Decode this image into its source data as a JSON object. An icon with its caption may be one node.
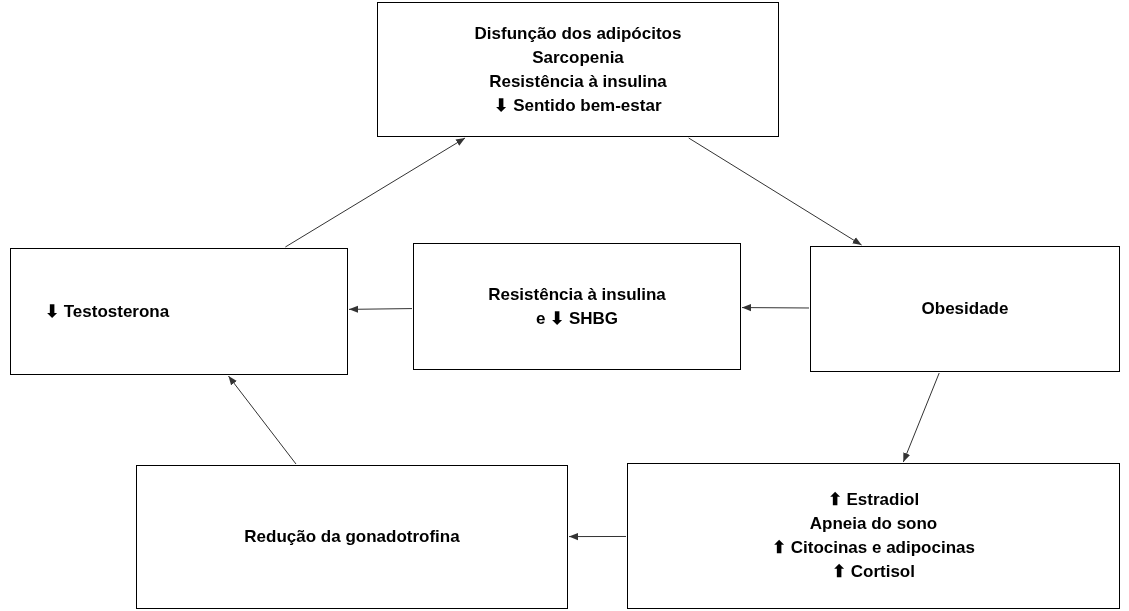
{
  "diagram": {
    "nodes": [
      {
        "text": [
          "Disfunção dos adipócitos",
          "Sarcopenia",
          "Resistência à insulina",
          "⬇ Sentido bem-estar"
        ]
      },
      {
        "text": [
          "⬇ Testosterona"
        ]
      },
      {
        "text": [
          "Resistência à insulina",
          "e ⬇ SHBG"
        ]
      },
      {
        "text": [
          "Obesidade"
        ]
      },
      {
        "text": [
          "Redução da gonadotrofina"
        ]
      },
      {
        "text": [
          "⬆ Estradiol",
          "Apneia do sono",
          "⬆ Citocinas e adipocinas",
          "⬆ Cortisol"
        ]
      }
    ],
    "edges": [
      {
        "from": 0,
        "to": 3,
        "arrow": "to"
      },
      {
        "from": 3,
        "to": 2,
        "arrow": "to"
      },
      {
        "from": 2,
        "to": 1,
        "arrow": "to"
      },
      {
        "from": 3,
        "to": 5,
        "arrow": "to"
      },
      {
        "from": 5,
        "to": 4,
        "arrow": "to"
      },
      {
        "from": 4,
        "to": 1,
        "arrow": "to"
      },
      {
        "from": 1,
        "to": 0,
        "arrow": "to"
      }
    ]
  }
}
